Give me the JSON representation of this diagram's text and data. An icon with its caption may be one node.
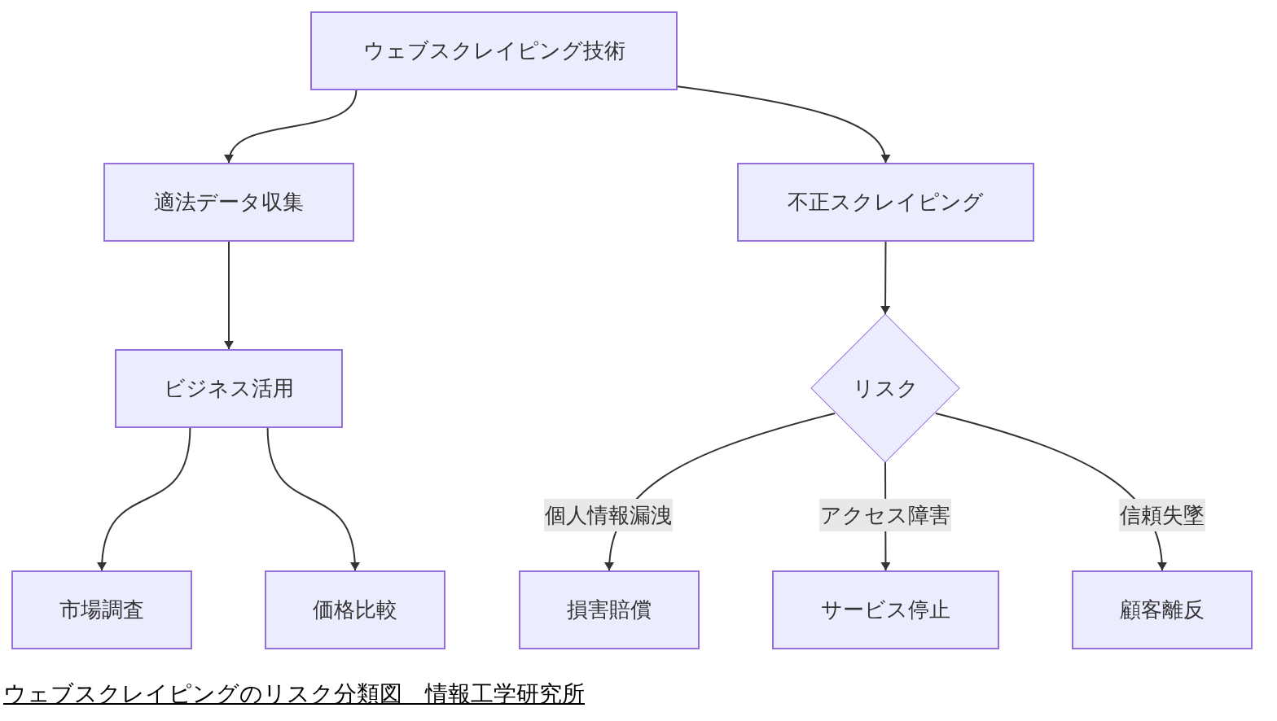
{
  "diagram": {
    "caption": "ウェブスクレイピングのリスク分類図　情報工学研究所",
    "nodes": [
      {
        "text": [
          "ウェブスクレイピング技術"
        ]
      },
      {
        "text": [
          "適法データ収集"
        ]
      },
      {
        "text": [
          "不正スクレイピング"
        ]
      },
      {
        "text": [
          "ビジネス活用"
        ]
      },
      {
        "text": [
          "リスク"
        ]
      },
      {
        "text": [
          "市場調査"
        ]
      },
      {
        "text": [
          "価格比較"
        ]
      },
      {
        "text": [
          "損害賠償"
        ]
      },
      {
        "text": [
          "サービス停止"
        ]
      },
      {
        "text": [
          "顧客離反"
        ]
      }
    ],
    "edges": [
      {
        "from": 0,
        "to": 1,
        "arrow": "to"
      },
      {
        "from": 0,
        "to": 2,
        "arrow": "to"
      },
      {
        "from": 1,
        "to": 3,
        "arrow": "to"
      },
      {
        "from": 2,
        "to": 4,
        "arrow": "to"
      },
      {
        "from": 3,
        "to": 5,
        "arrow": "to"
      },
      {
        "from": 3,
        "to": 6,
        "arrow": "to"
      },
      {
        "from": 4,
        "to": 7,
        "arrow": "to",
        "label": "個人情報漏洩"
      },
      {
        "from": 4,
        "to": 8,
        "arrow": "to",
        "label": "アクセス障害"
      },
      {
        "from": 4,
        "to": 9,
        "arrow": "to",
        "label": "信頼失墜"
      }
    ]
  }
}
